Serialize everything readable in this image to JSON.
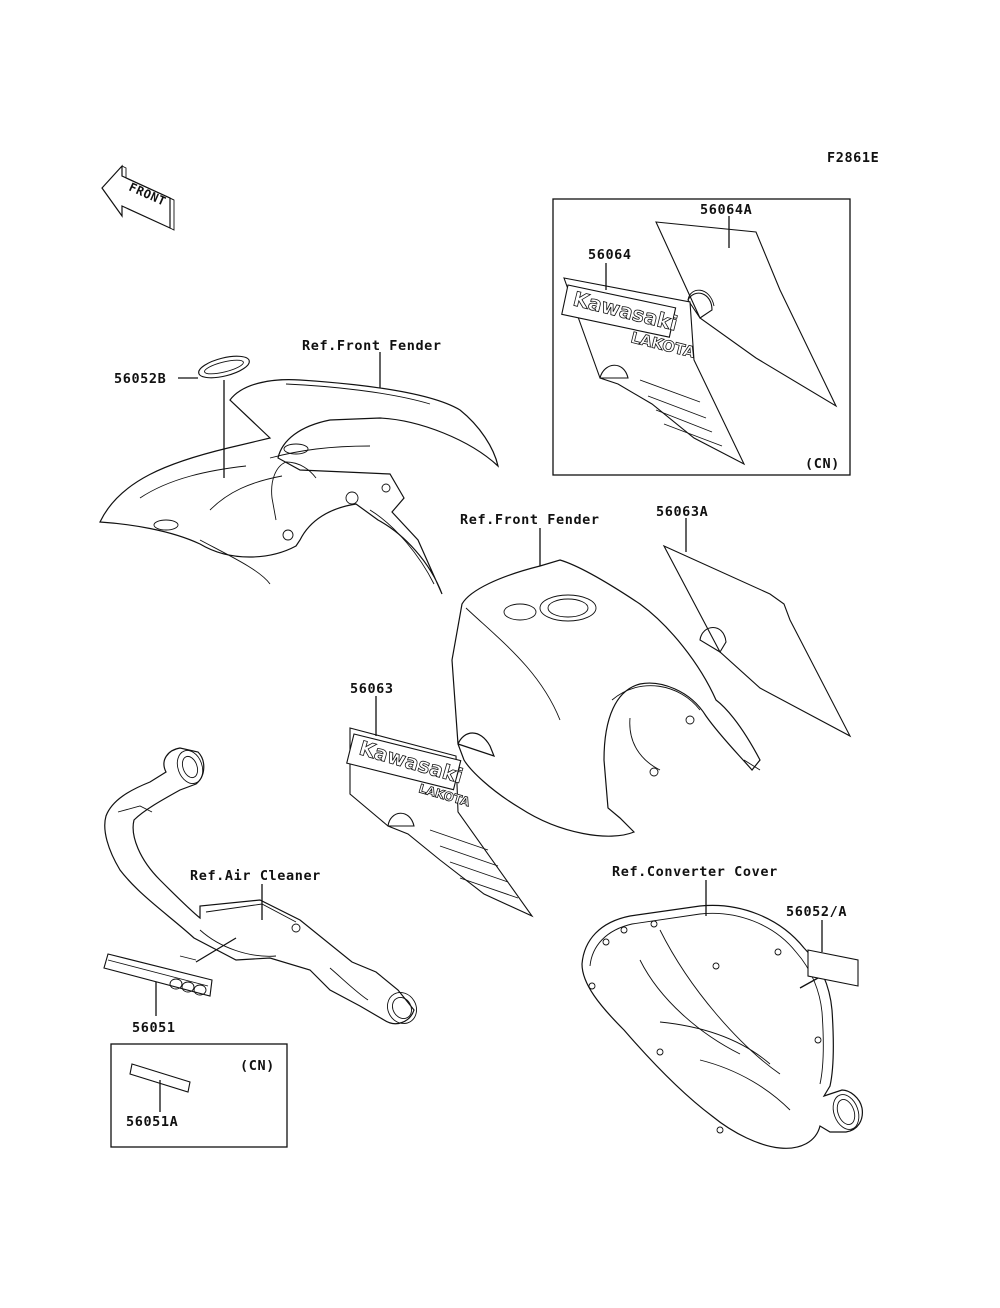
{
  "diagram": {
    "code": "F2861E",
    "front_label": "FRONT",
    "labels": {
      "ref_front_fender_top": "Ref.Front Fender",
      "ref_front_fender_mid": "Ref.Front Fender",
      "ref_air_cleaner": "Ref.Air Cleaner",
      "ref_converter_cover": "Ref.Converter Cover",
      "p56052B": "56052B",
      "p56064A": "56064A",
      "p56064": "56064",
      "p56063A": "56063A",
      "p56063": "56063",
      "p56051": "56051",
      "p56051A": "56051A",
      "p56052A": "56052/A",
      "cn_top": "(CN)",
      "cn_bottom": "(CN)"
    },
    "decal_text": {
      "brand": "Kawasaki",
      "model": "LAKOTA"
    }
  }
}
